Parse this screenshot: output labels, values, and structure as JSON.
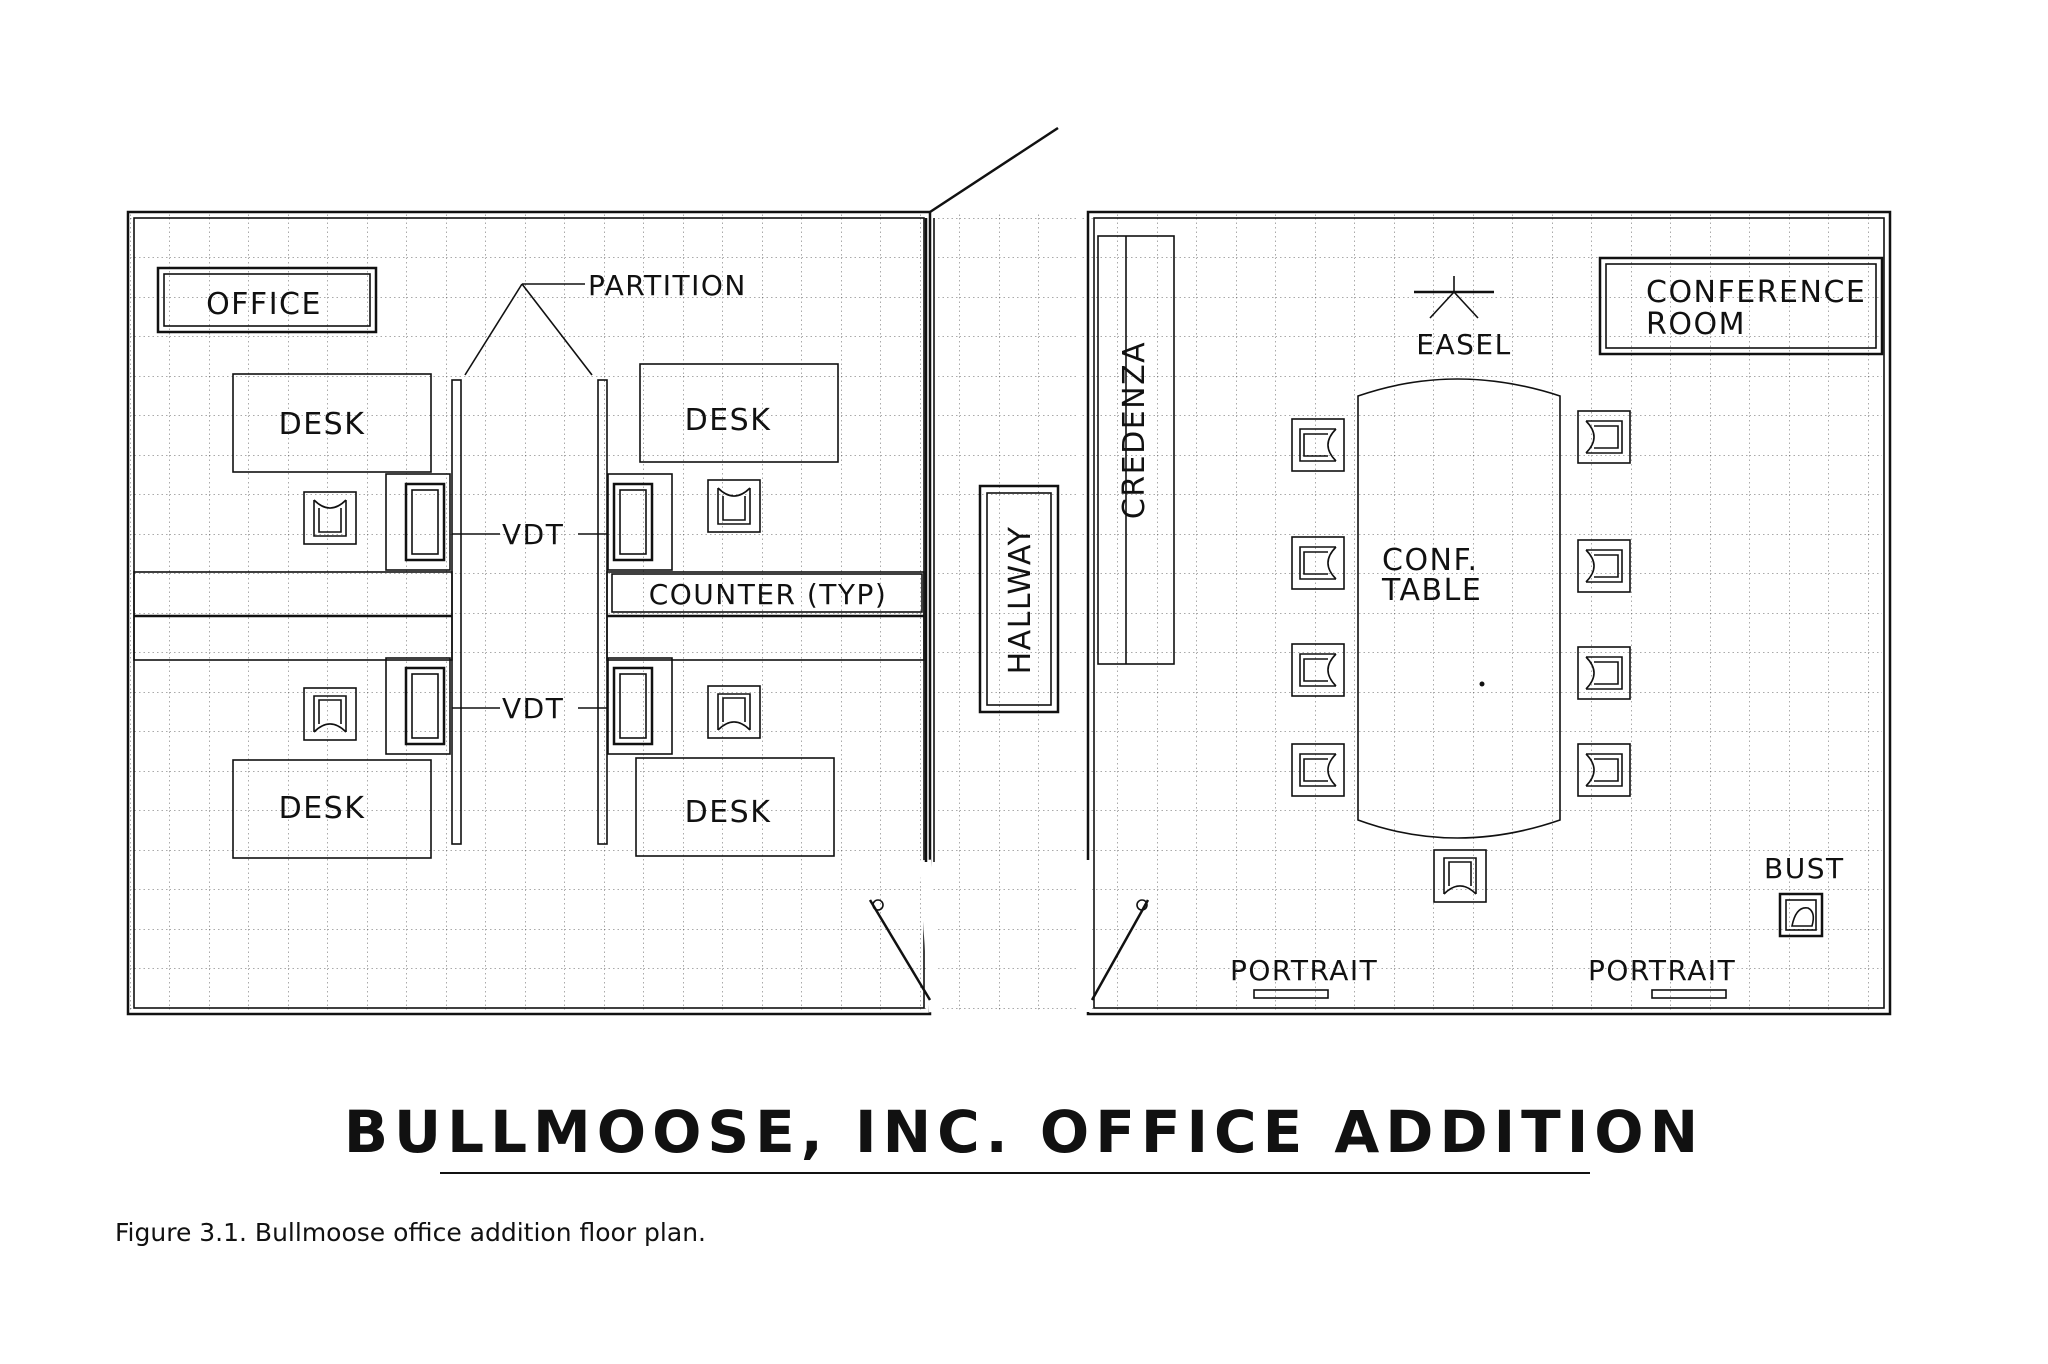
{
  "title": "BULLMOOSE, INC. OFFICE ADDITION",
  "caption": "Figure 3.1. Bullmoose office addition floor plan.",
  "labels": {
    "office": "OFFICE",
    "conference_line1": "CONFERENCE",
    "conference_line2": "ROOM",
    "partition": "PARTITION",
    "desk": "DESK",
    "vdt": "VDT",
    "counter": "COUNTER (TYP)",
    "hallway": "HALLWAY",
    "credenza": "CREDENZA",
    "easel": "EASEL",
    "conf_table_line1": "CONF.",
    "conf_table_line2": "TABLE",
    "bust": "BUST",
    "portrait": "PORTRAIT"
  }
}
